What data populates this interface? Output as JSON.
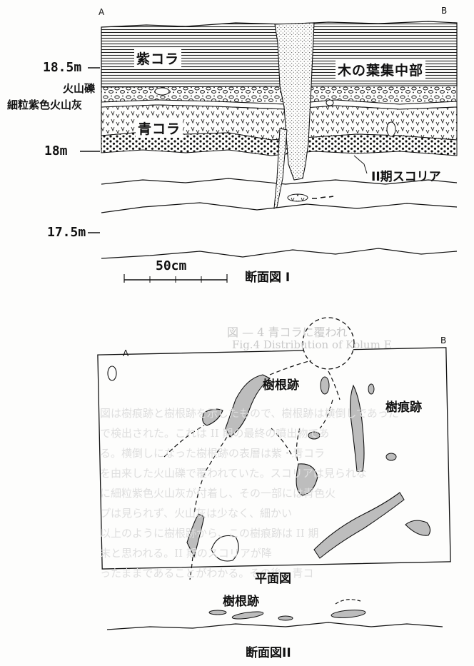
{
  "section1": {
    "corner_a": "A",
    "corner_b": "B",
    "layers": {
      "purple": "紫コラ",
      "leaf": "木の葉集中部",
      "lapilli": "火山礫",
      "fine_ash": "細粒紫色火山灰",
      "blue": "青コラ",
      "scoria": "II期スコリア"
    },
    "elevations": [
      "18.5m",
      "18m",
      "17.5m"
    ],
    "scale": "50cm",
    "caption": "断面図 I"
  },
  "plan": {
    "corner_a": "A",
    "corner_b": "B",
    "root_trace": "樹根跡",
    "trunk_trace": "樹痕跡",
    "caption": "平面図"
  },
  "section2": {
    "root_trace": "樹根跡",
    "caption": "断面図II"
  },
  "background_text": [
    "図 — 4  青コラに覆われ",
    "Fig.4  Distribution of Kolum E",
    "図は樹痕跡と樹根跡を示したもので、樹根跡は横倒しであった",
    "で検出された。これは II 期の最終の噴出物であ",
    "る。横倒しになった樹根跡の表層は紫・青コラ",
    "を由来した火山礫で覆われていた。スコリアは見られな",
    "に細粒紫色火山灰が付着し、その一部には青色火",
    "プは見られず、火山灰は少なく、細かい",
    "以上のように樹根跡から、この樹痕跡は II 期",
    "末と思われる。II 期のスコリアが降",
    "ったままであることがわかる。その後、青コ"
  ],
  "colors": {
    "ink": "#111111",
    "paper": "#fdfdfc",
    "ghost_text": "#c9c9c9",
    "dense_fill": "#bdbdbd"
  }
}
